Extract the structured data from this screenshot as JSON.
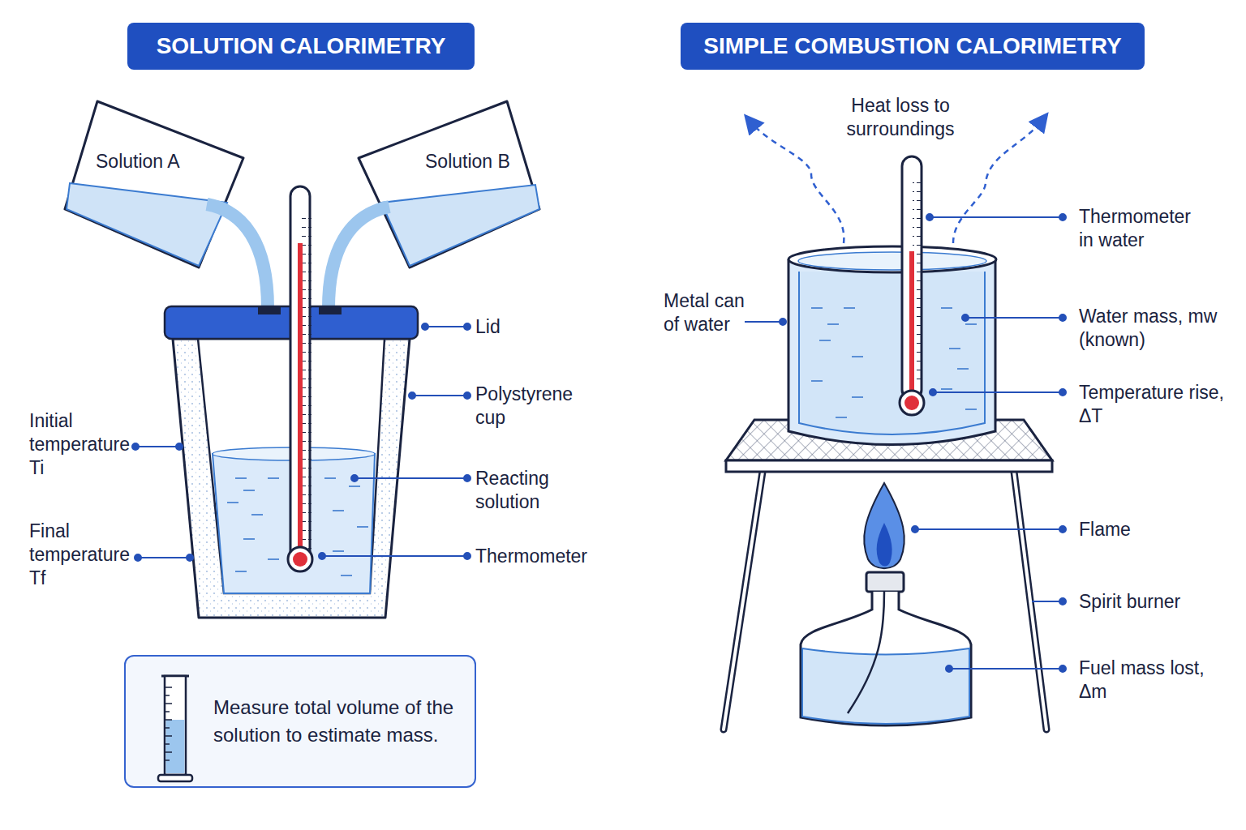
{
  "diagram": {
    "nodes": [
      {
        "text": [
          "SOLUTION CALORIMETRY"
        ]
      },
      {
        "text": [
          "SIMPLE COMBUSTION CALORIMETRY"
        ]
      },
      {
        "text": [
          "Solution A"
        ]
      },
      {
        "text": [
          "Solution B"
        ]
      },
      {
        "text": [
          "Measure total volume of the solution to estimate mass."
        ]
      }
    ],
    "edges": [],
    "labels": [
      "Lid",
      "Polystyrene cup",
      "Initial temperature Ti",
      "Reacting solution",
      "Final temperature Tf",
      "Thermometer",
      "Heat loss to surroundings",
      "Metal can of water",
      "Thermometer in water",
      "Water mass, mw (known)",
      "Temperature rise, ΔT",
      "Flame",
      "Spirit burner",
      "Fuel mass lost, Δm"
    ]
  }
}
